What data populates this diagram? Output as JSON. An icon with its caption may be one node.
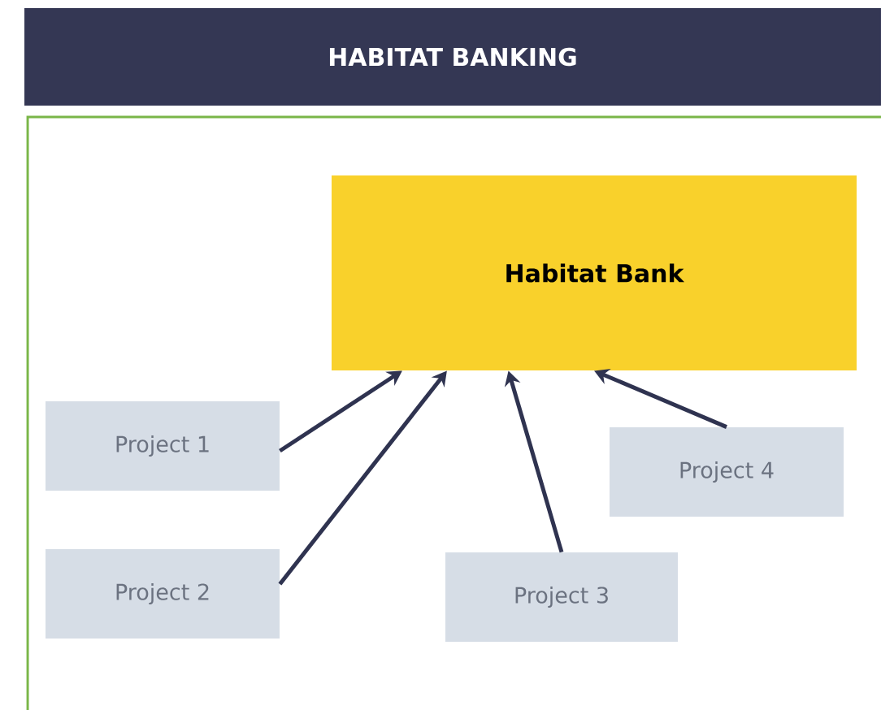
{
  "diagram": {
    "title": "HABITAT BANKING",
    "nodes": [
      {
        "text": [
          "Habitat Bank"
        ]
      },
      {
        "text": [
          "Project 1"
        ]
      },
      {
        "text": [
          "Project 2"
        ]
      },
      {
        "text": [
          "Project 3"
        ]
      },
      {
        "text": [
          "Project 4"
        ]
      }
    ],
    "edges": [
      {
        "from": 1,
        "to": 0,
        "arrow": "to"
      },
      {
        "from": 2,
        "to": 0,
        "arrow": "to"
      },
      {
        "from": 3,
        "to": 0,
        "arrow": "to"
      },
      {
        "from": 4,
        "to": 0,
        "arrow": "to"
      }
    ]
  }
}
